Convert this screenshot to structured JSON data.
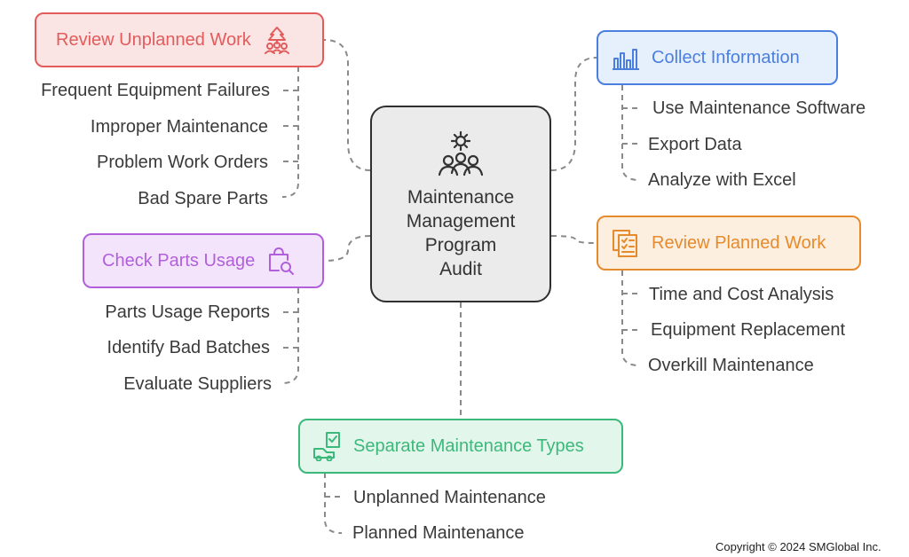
{
  "center": {
    "title": "Maintenance\nManagement\nProgram\nAudit",
    "icon": "gear-team-icon"
  },
  "branches": {
    "unplanned": {
      "label": "Review Unplanned Work",
      "icon": "tree-group-icon",
      "color": "#e25c5c",
      "fill": "#fbe4e4",
      "items": [
        "Frequent Equipment Failures",
        "Improper Maintenance",
        "Problem Work Orders",
        "Bad Spare Parts"
      ]
    },
    "parts": {
      "label": "Check Parts Usage",
      "icon": "bag-search-icon",
      "color": "#b15fdb",
      "fill": "#f3e4fb",
      "items": [
        "Parts Usage Reports",
        "Identify Bad Batches",
        "Evaluate Suppliers"
      ]
    },
    "collect": {
      "label": "Collect Information",
      "icon": "bar-chart-icon",
      "color": "#4a7fe0",
      "fill": "#e6effc",
      "items": [
        "Use Maintenance Software",
        "Export Data",
        "Analyze with Excel"
      ]
    },
    "planned": {
      "label": "Review Planned Work",
      "icon": "checklist-icon",
      "color": "#e68a2e",
      "fill": "#fdefe0",
      "items": [
        "Time and Cost Analysis",
        "Equipment Replacement",
        "Overkill Maintenance"
      ]
    },
    "separate": {
      "label": "Separate Maintenance Types",
      "icon": "truck-checklist-icon",
      "color": "#3cb87a",
      "fill": "#e3f6ec",
      "items": [
        "Unplanned Maintenance",
        "Planned Maintenance"
      ]
    }
  },
  "footer": {
    "copyright": "Copyright © 2024 SMGlobal Inc."
  }
}
